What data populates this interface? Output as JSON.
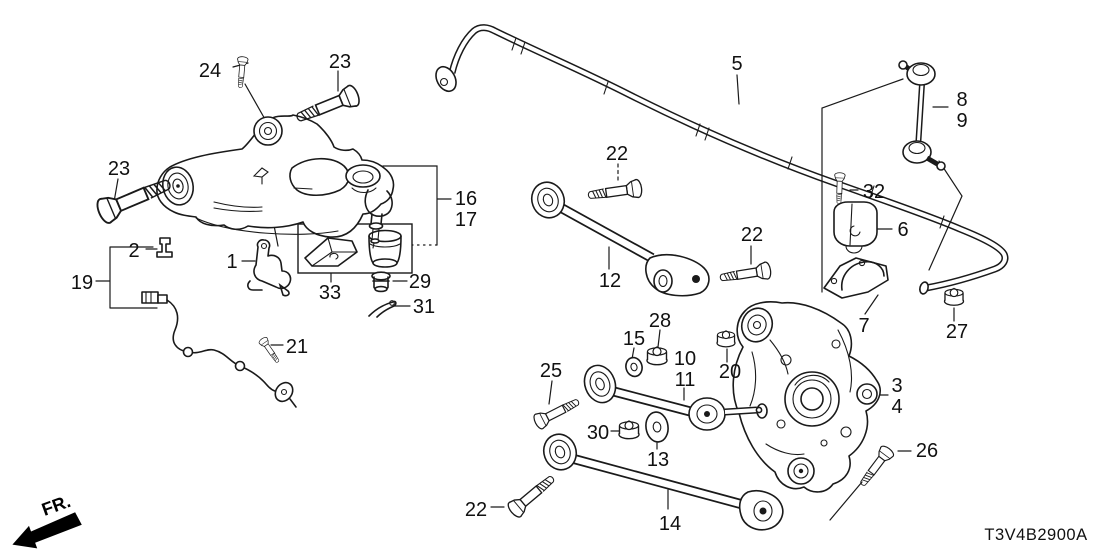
{
  "diagram": {
    "part_code": "T3V4B2900A",
    "direction_label": "FR.",
    "callouts": [
      {
        "part": "24"
      },
      {
        "part": "23"
      },
      {
        "part": "23"
      },
      {
        "part": "2"
      },
      {
        "part": "19"
      },
      {
        "part": "1"
      },
      {
        "part": "21"
      },
      {
        "part": "33"
      },
      {
        "part": "29"
      },
      {
        "part": "31"
      },
      {
        "part": "16"
      },
      {
        "part": "17"
      },
      {
        "part": "5"
      },
      {
        "part": "8"
      },
      {
        "part": "9"
      },
      {
        "part": "32"
      },
      {
        "part": "6"
      },
      {
        "part": "7"
      },
      {
        "part": "27"
      },
      {
        "part": "22"
      },
      {
        "part": "12"
      },
      {
        "part": "22"
      },
      {
        "part": "28"
      },
      {
        "part": "15"
      },
      {
        "part": "10"
      },
      {
        "part": "11"
      },
      {
        "part": "20"
      },
      {
        "part": "25"
      },
      {
        "part": "30"
      },
      {
        "part": "13"
      },
      {
        "part": "3"
      },
      {
        "part": "4"
      },
      {
        "part": "26"
      },
      {
        "part": "22"
      },
      {
        "part": "14"
      }
    ]
  }
}
